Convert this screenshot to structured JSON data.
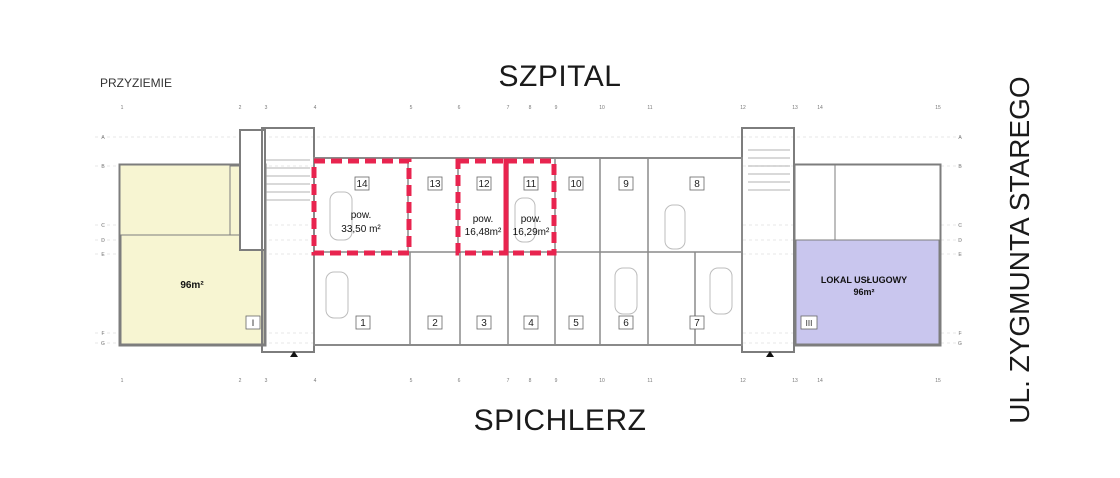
{
  "labels": {
    "top": "SZPITAL",
    "bottom": "SPICHLERZ",
    "street": "UL. ZYGMUNTA STAREGO",
    "floor": "PRZYZIEMIE"
  },
  "units": {
    "left_area": "96m²",
    "left_unit_roman": "I",
    "right_name": "LOKAL USŁUGOWY",
    "right_area": "96m²",
    "right_unit_roman": "III"
  },
  "parking_top": [
    "14",
    "13",
    "12",
    "11",
    "10",
    "9",
    "8"
  ],
  "parking_bottom": [
    "1",
    "2",
    "3",
    "4",
    "5",
    "6",
    "7"
  ],
  "highlighted": [
    {
      "label": "pow.",
      "area": "33,50 m²"
    },
    {
      "label": "pow.",
      "area": "16,48m²"
    },
    {
      "label": "pow.",
      "area": "16,29m²"
    }
  ],
  "axes": {
    "columns": [
      "1",
      "2",
      "3",
      "4",
      "5",
      "6",
      "7",
      "8",
      "9",
      "10",
      "11",
      "12",
      "13",
      "14",
      "15"
    ],
    "rows": [
      "A",
      "B",
      "C",
      "D",
      "E",
      "F",
      "G"
    ]
  },
  "colors": {
    "left_unit_fill": "#f7f5d2",
    "right_unit_fill": "#c9c6ee",
    "highlight": "#e8244f",
    "wall": "#8a8a8a"
  }
}
